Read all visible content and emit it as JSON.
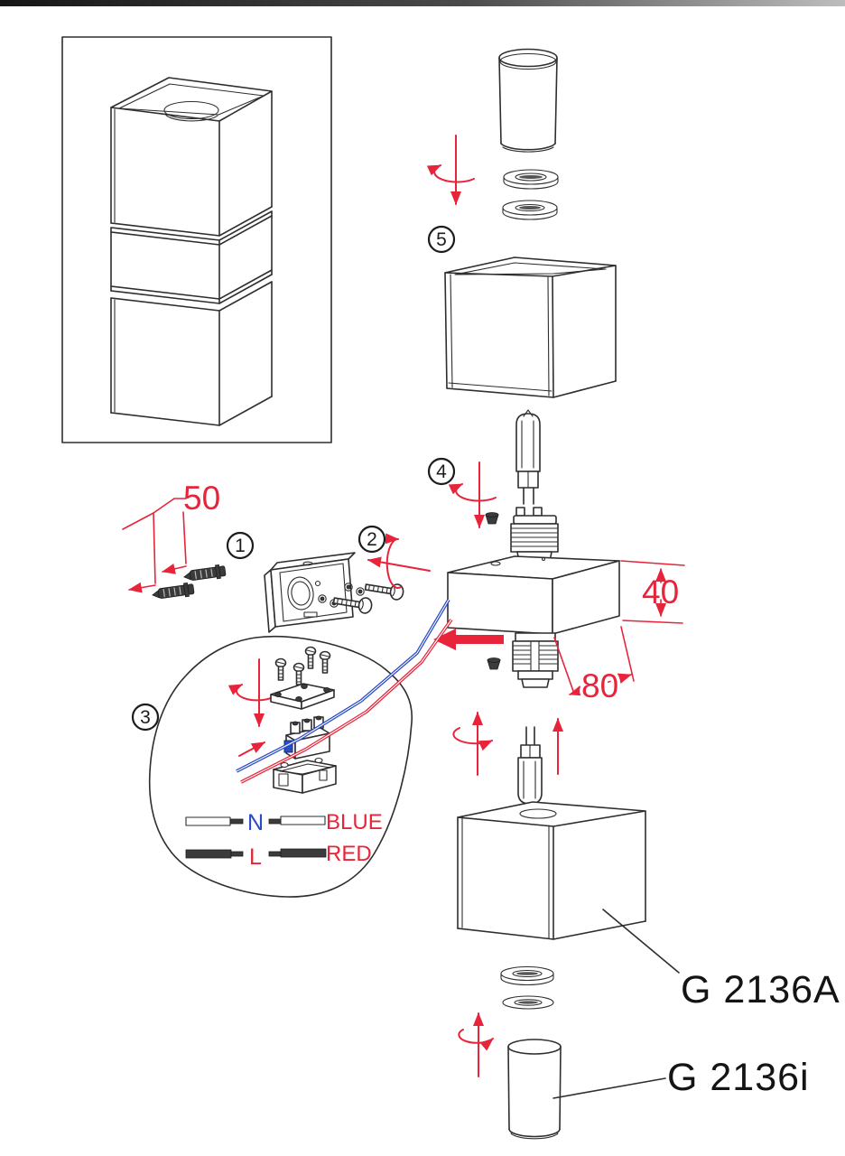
{
  "document": {
    "kind": "lamp-assembly-instruction-diagram",
    "background": "#ffffff"
  },
  "colors": {
    "annotation_red": "#e8243a",
    "wire_blue": "#2b4ac6",
    "line_ink": "#2e2e2e"
  },
  "steps": [
    {
      "label": "1"
    },
    {
      "label": "2"
    },
    {
      "label": "3"
    },
    {
      "label": "4"
    },
    {
      "label": "5"
    }
  ],
  "dimensions": {
    "hole_spacing": "50",
    "body_height": "40",
    "body_depth": "80"
  },
  "wiring": {
    "neutral": "N",
    "live": "L",
    "neutral_wire_color": "BLUE",
    "live_wire_color": "RED"
  },
  "products": [
    {
      "code": "G 2136A"
    },
    {
      "code": "G 2136i"
    }
  ],
  "icons": {
    "rotation": "rotate-and-push-arrow",
    "insert": "thick-left-arrow",
    "hammer_direction": "left-arrow"
  }
}
